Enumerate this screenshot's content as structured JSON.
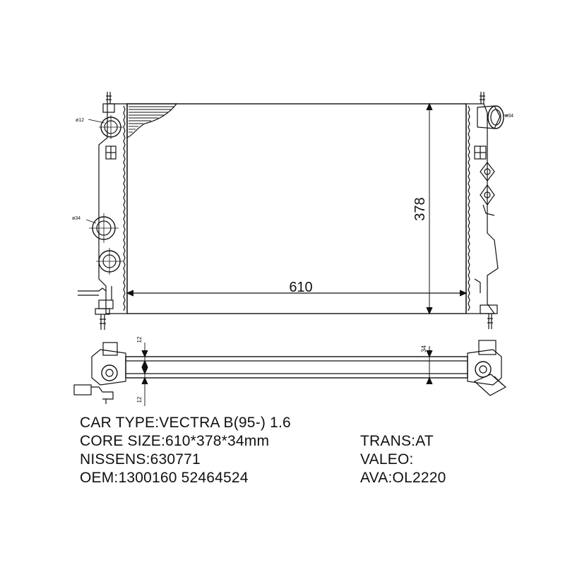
{
  "dimensions": {
    "width": "610",
    "height": "378",
    "depth": "34",
    "flange_top": "12",
    "flange_bottom": "12",
    "pipe_left_upper": "ø12",
    "pipe_left_lower": "ø34",
    "pipe_right": "ø34"
  },
  "specs": {
    "car_type": "CAR TYPE:VECTRA B(95-)  1.6",
    "core_size": "CORE SIZE:610*378*34mm",
    "trans": "TRANS:AT",
    "nissens": "NISSENS:630771",
    "valeo": "VALEO:",
    "oem": "OEM:1300160  52464524",
    "ava": "AVA:OL2220"
  }
}
